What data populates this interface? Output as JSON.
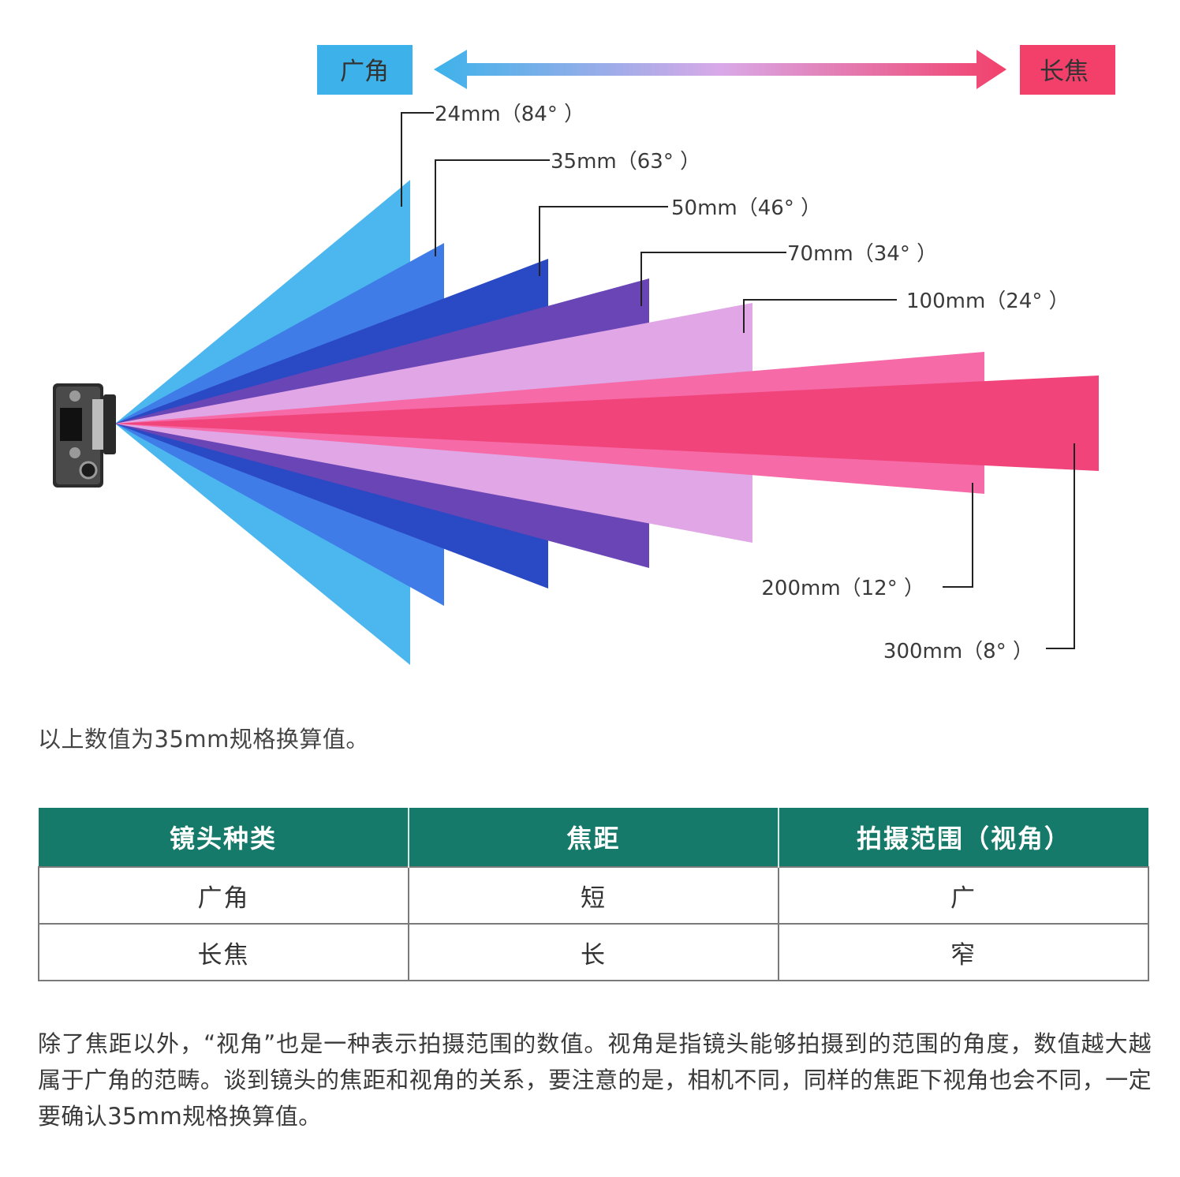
{
  "diagram": {
    "wide_tag": "广角",
    "tele_tag": "长焦",
    "labels": [
      {
        "id": "24",
        "text": "24mm（84° ）"
      },
      {
        "id": "35",
        "text": "35mm（63° ）"
      },
      {
        "id": "50",
        "text": "50mm（46° ）"
      },
      {
        "id": "70",
        "text": "70mm（34° ）"
      },
      {
        "id": "100",
        "text": "100mm（24° ）"
      },
      {
        "id": "200",
        "text": "200mm（12° ）"
      },
      {
        "id": "300",
        "text": "300mm（8° ）"
      }
    ],
    "colors": {
      "wide_tag_bg": "#3db2ea",
      "tele_tag_bg": "#f2406b",
      "fov_24": "#4cb6ee",
      "fov_35": "#3f7ce8",
      "fov_50": "#2a49c4",
      "fov_70": "#6a45b6",
      "fov_100": "#e0a6e6",
      "fov_200": "#f66aa8",
      "fov_300": "#f0447a"
    }
  },
  "note": "以上数值为35mm规格换算值。",
  "table": {
    "headers": [
      "镜头种类",
      "焦距",
      "拍摄范围（视角）"
    ],
    "rows": [
      [
        "广角",
        "短",
        "广"
      ],
      [
        "长焦",
        "长",
        "窄"
      ]
    ],
    "header_color": "#167a6a"
  },
  "paragraph": "除了焦距以外，“视角”也是一种表示拍摄范围的数值。视角是指镜头能够拍摄到的范围的角度，数值越大越属于广角的范畴。谈到镜头的焦距和视角的关系，要注意的是，相机不同，同样的焦距下视角也会不同，一定要确认35mm规格换算值。"
}
